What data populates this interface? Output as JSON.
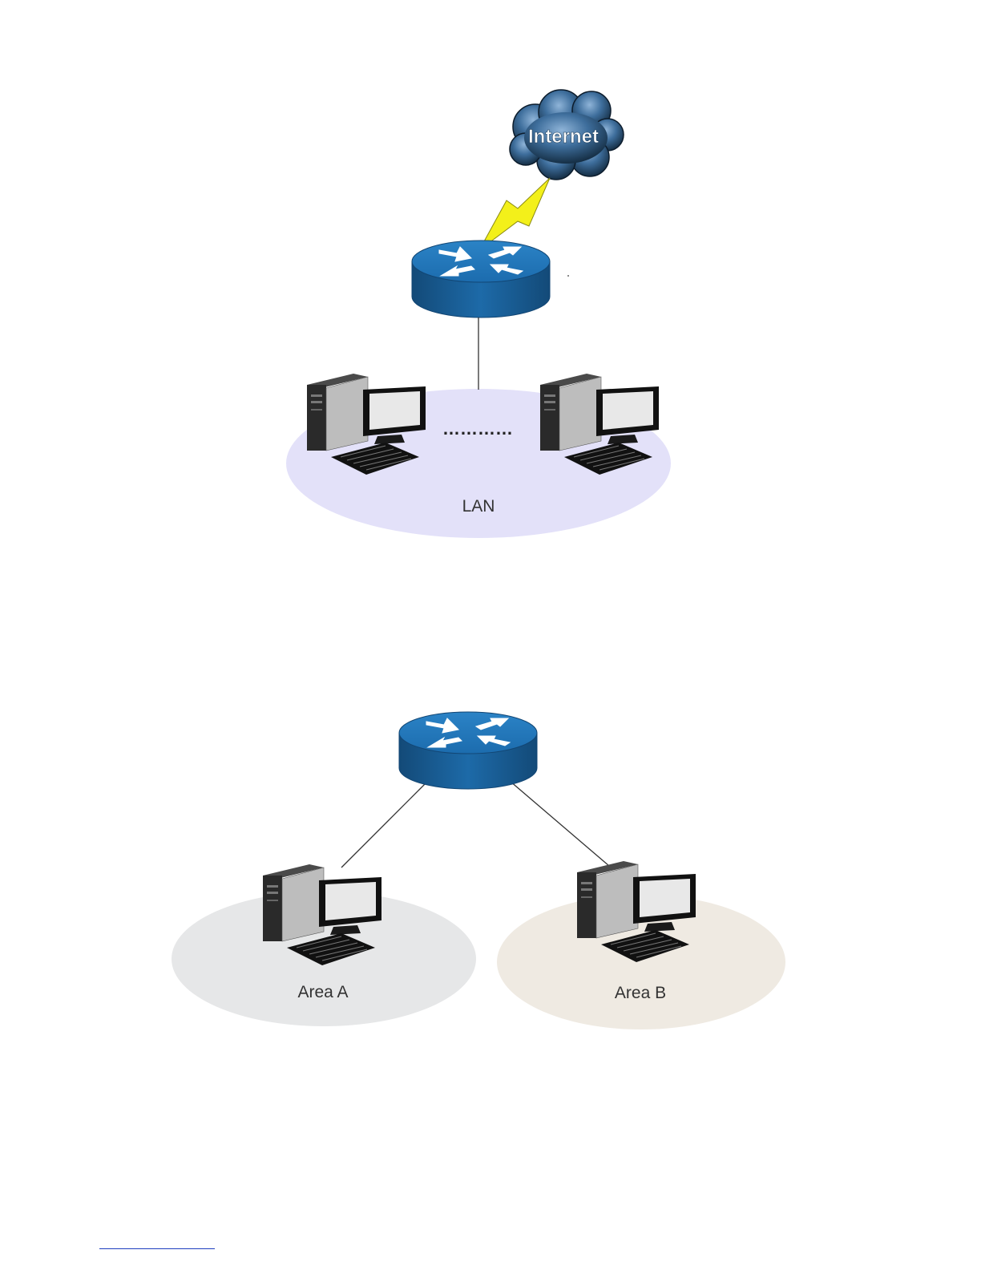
{
  "diagram1": {
    "cloud_label": "Internet",
    "lan_label": "LAN",
    "ellipsis": "…………"
  },
  "diagram2": {
    "area_a_label": "Area A",
    "area_b_label": "Area B"
  },
  "colors": {
    "router_blue": "#1f6eaa",
    "lan_ellipse": "#e3e1f9",
    "area_a_ellipse": "#e6e7e8",
    "area_b_ellipse": "#efeae2",
    "lightning": "#f3f01a",
    "footnote_rule": "#1f3fbf"
  }
}
